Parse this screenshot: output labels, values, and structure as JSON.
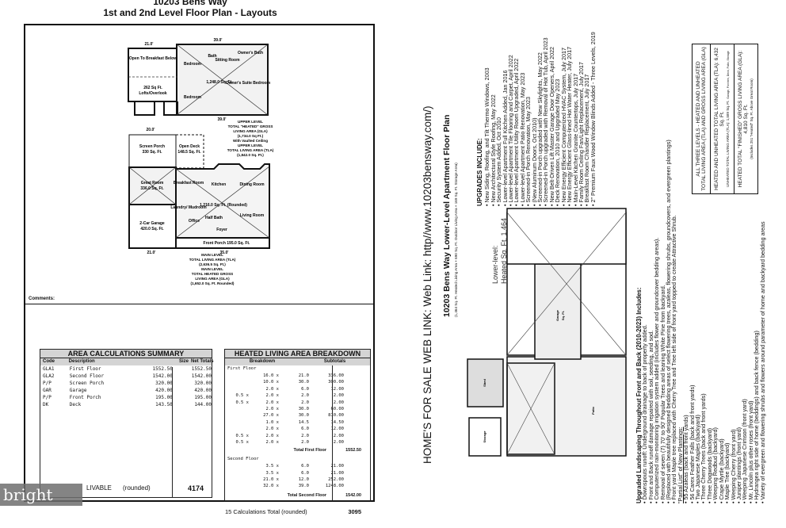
{
  "left": {
    "title": "10203 Bens Way",
    "subtitle": "1st and 2nd Level Floor Plan - Layouts",
    "comments_label": "Comments:",
    "plan": {
      "upper": {
        "open": "Open To Breakfast Below",
        "lofts": "Lofts/Overlook",
        "loft_area": "262 Sq Ft.",
        "bath": "Bath",
        "sitting": "Sitting Room",
        "owners_bath": "Owner's Bath",
        "bedroom": "Bedroom",
        "area": "1,248.0 Sq. Ft.",
        "owners_suite": "Owner's Suite Bedroom",
        "dim_top": "39.0'",
        "dim_bottom": "39.0'",
        "dim_left": "21.0'",
        "note": [
          "UPPER LEVEL",
          "TOTAL \"HEATED\" GROSS",
          "LIVING AREA (GLA)",
          "(1,734.0 Sq Ft.)",
          "With Vaulted Ceiling",
          "UPPER LEVEL",
          "TOTAL LIVING AREA (TLA)",
          "(1,842.0 Sq. Ft.)"
        ]
      },
      "main": {
        "screen_porch": "Screen Porch",
        "screen_area": "330 Sq. Ft.",
        "open_deck": "Open Deck",
        "deck_area": "148.5 Sq. Ft.",
        "great_room": "Great Room",
        "great_area": "336.0 Sq. Ft.",
        "garage": "2-Car Garage",
        "garage_area": "420.0 Sq. Ft.",
        "breakfast": "Breakfast Room",
        "kitchen": "Kitchen",
        "dining": "Dining Room",
        "laundry": "Laundry/ Mudroom",
        "area": "1,216.0 Sq. Ft. (Rounded)",
        "office": "Office",
        "half_bath": "Half Bath",
        "living": "Living Room",
        "foyer": "Foyer",
        "front_porch": "Front Porch 195.0 Sq. Ft.",
        "dim_top": "20.0'",
        "dim_bottom_left": "21.0'",
        "dim_bottom_right": "35.0'",
        "note": [
          "MAIN LEVEL",
          "TOTAL LIVING AREA (TLA)",
          "(2,636.5 Sq. Ft.)",
          "MAIN LEVEL",
          "TOTAL HEATED GROSS",
          "LIVING AREA (GLA)",
          "(1,652.0 Sq. Ft. Rounded)"
        ]
      }
    },
    "summary": {
      "title": "AREA CALCULATIONS SUMMARY",
      "headers": [
        "Code",
        "Description",
        "Size",
        "Net Totals"
      ],
      "rows": [
        [
          "GLA1",
          "First Floor",
          "1552.50",
          "1552.50"
        ],
        [
          "GLA2",
          "Second Floor",
          "1542.00",
          "1542.00"
        ],
        [
          "P/P",
          "Screen Porch",
          "320.00",
          "320.00"
        ],
        [
          "GAR",
          "Garage",
          "420.00",
          "420.00"
        ],
        [
          "P/P",
          "Front Porch",
          "195.00",
          "195.00"
        ],
        [
          "DK",
          "Deck",
          "143.50",
          "144.00"
        ]
      ],
      "footer_label": "LIVABLE",
      "footer_note": "(rounded)",
      "footer_total": "4174"
    },
    "breakdown": {
      "title": "HEATED LIVING AREA BREAKDOWN",
      "headers": [
        "Breakdown",
        "Subtotals"
      ],
      "first_label": "First Floor",
      "first": [
        [
          "",
          "16.0 x",
          "21.0",
          "336.00"
        ],
        [
          "",
          "10.0 x",
          "30.0",
          "300.00"
        ],
        [
          "",
          "2.0 x",
          "6.0",
          "12.00"
        ],
        [
          "0.5 x",
          "2.0 x",
          "2.0",
          "2.00"
        ],
        [
          "0.5 x",
          "2.0 x",
          "2.0",
          "2.00"
        ],
        [
          "",
          "2.0 x",
          "30.0",
          "60.00"
        ],
        [
          "",
          "27.0 x",
          "30.0",
          "810.00"
        ],
        [
          "",
          "1.0 x",
          "14.5",
          "14.50"
        ],
        [
          "",
          "2.0 x",
          "6.0",
          "12.00"
        ],
        [
          "0.5 x",
          "2.0 x",
          "2.0",
          "2.00"
        ],
        [
          "0.5 x",
          "2.0 x",
          "2.0",
          "2.00"
        ]
      ],
      "first_total_label": "Total First Floor",
      "first_total": "1552.50",
      "second_label": "Second Floor",
      "second": [
        [
          "",
          "3.5 x",
          "6.0",
          "21.00"
        ],
        [
          "",
          "3.5 x",
          "6.0",
          "21.00"
        ],
        [
          "",
          "21.0 x",
          "12.0",
          "252.00"
        ],
        [
          "",
          "32.0 x",
          "39.0",
          "1248.00"
        ]
      ],
      "second_total_label": "Total Second Floor",
      "second_total": "1542.00",
      "footer_label": "15 Calculations Total (rounded)",
      "footer_total": "3095"
    }
  },
  "right": {
    "weblink": "HOME'S FOR SALE WEB LINK: Web Link: http//www.10203bensway.com/)",
    "title": "10203 Bens Way Lower-Level Apartment Floor Plan",
    "subtitle": "(1,464 Sq. Ft. Heated Living Area + 690 Sq. Ft. Outdoor Living Area + 169 Sq. Ft. Storage Area)",
    "lower_label": "Lower-level:",
    "heated": "Heated Sq. Ft. 1,464",
    "upgrades_title": "UPGRADES INCLUDE:",
    "upgrades": [
      "New Siding, Roofing, and Tilt Thermo Windows, 2003",
      "New Architectural Style Roofing, May 2022",
      "Security System Added, Oct 2010",
      "Lower-level Apartment Full Kitchen Added, Jan 2016",
      "Lower-level Apartment Tile Flooring and Carpet, April 2022",
      "Lower-level Apartment Utility Room Upgraded, April 2022",
      "Lower-level Apartment Patio Renovation, May 2023",
      "Screened-in Porch Renovation, May 2023",
      "(New Aluminum Doors, Oct 2010)",
      "Screened-in Porch upgraded with New Skylights, May 2022",
      "Screened-in Porch upgraded with Removal of Hot Tub, April 2023",
      "New Belt-Driven Lift Master Garage Door Openers, April 2022",
      "Deck Renovation, 2010 and Upgraded May 2023",
      "New Energy Efficient Computerized HVAC System, July 2017",
      "New Energy Efficient Glass-lined Hot Water Heater, July 2017",
      "Main-Level Kitchen Granite Countertops, July 2017",
      "Family Room Ceiling Fan/Light Replacement, July 2017",
      "Breakfast Room Chandler Replacement, July 2017",
      "2\" Premium Faux Wood Window Blinds Added - Three Levels, 2019"
    ],
    "landscape_title": "Upgraded Landscaping Throughout Front and Back (2010-2023) Includes:",
    "landscape": [
      "Downspouts runoff: Underground drainage to back of property added.",
      "Front and Back runoff damage repaired with soil, seeding, and sod.",
      "Computerized rain-monitoring irrigation system added (includes flower and groundcover bedding areas).",
      "Removal of seven (7) 70' to 90' Popular Trees and leaning White Pine from backyard.",
      "(Replaced with beautifully designed bedding areas of select flowering trees, azaleas, flowering shrubs, groundcovers, and evergreen plantings)",
      "Front yard Maple tree replaced with Cherry Tree and Tree left side of front yard topped to create Attractive Shrub."
    ],
    "plantings_title": "\"Partial List\" of New Plantings:",
    "plantings": [
      "55 Azaleas (back and front yards)",
      "56 Carex Feather Falls (back and front yards)",
      "Two Japanese Maples (backyard)",
      "Three Cherry Trees (back and front yards)",
      "Three Dogwoods (backyard)",
      "Weeping Redbud (backyard)",
      "Crape Myrtle (backyard)",
      "Maple Tree (backyard)",
      "Weeping Cherry (front yard)",
      "Juniper plantings (front yard)",
      "Weeping Japanese Crimson (front yard)",
      "Mr. Lincoln plus other roses (front yard)",
      "Hydrangea right side of home (beddings) and back fence (bedding)",
      "Variety of evergreen and flowering shrubs and flowers around parameter of home and backyard bedding areas"
    ],
    "areas": {
      "head1": "ALL THREE LEVELS - HEATED AND UNHEATED",
      "head2": "TOTAL LIVING AREA (TLA) AND GROSS LIVING AREA (GLA)",
      "tla": "HEATED AND UNHEATED TOTAL LIVING AREA (TLA): 6,432 Sq. Ft.",
      "tla_sub": "UNHEATED TOTAL LIVING AREA (TLA): 1,589 Sq. Ft.",
      "tla_note": "Garage, Porches, Deck, Patio, Storage",
      "gla": "HEATED TOTAL \"FINISHED\" GROSS LIVING AREA (GLA): 4,810 Sq. Ft.",
      "gla_note": "(Includes 251 \"Heated\" Sq. Ft. Above Great Room)"
    },
    "rooms": {
      "storage": "Storage",
      "patio": "Patio",
      "garage": "Garage",
      "shed": "Shed",
      "sqft": "Sq. Ft."
    }
  },
  "watermark": "bright MLS"
}
